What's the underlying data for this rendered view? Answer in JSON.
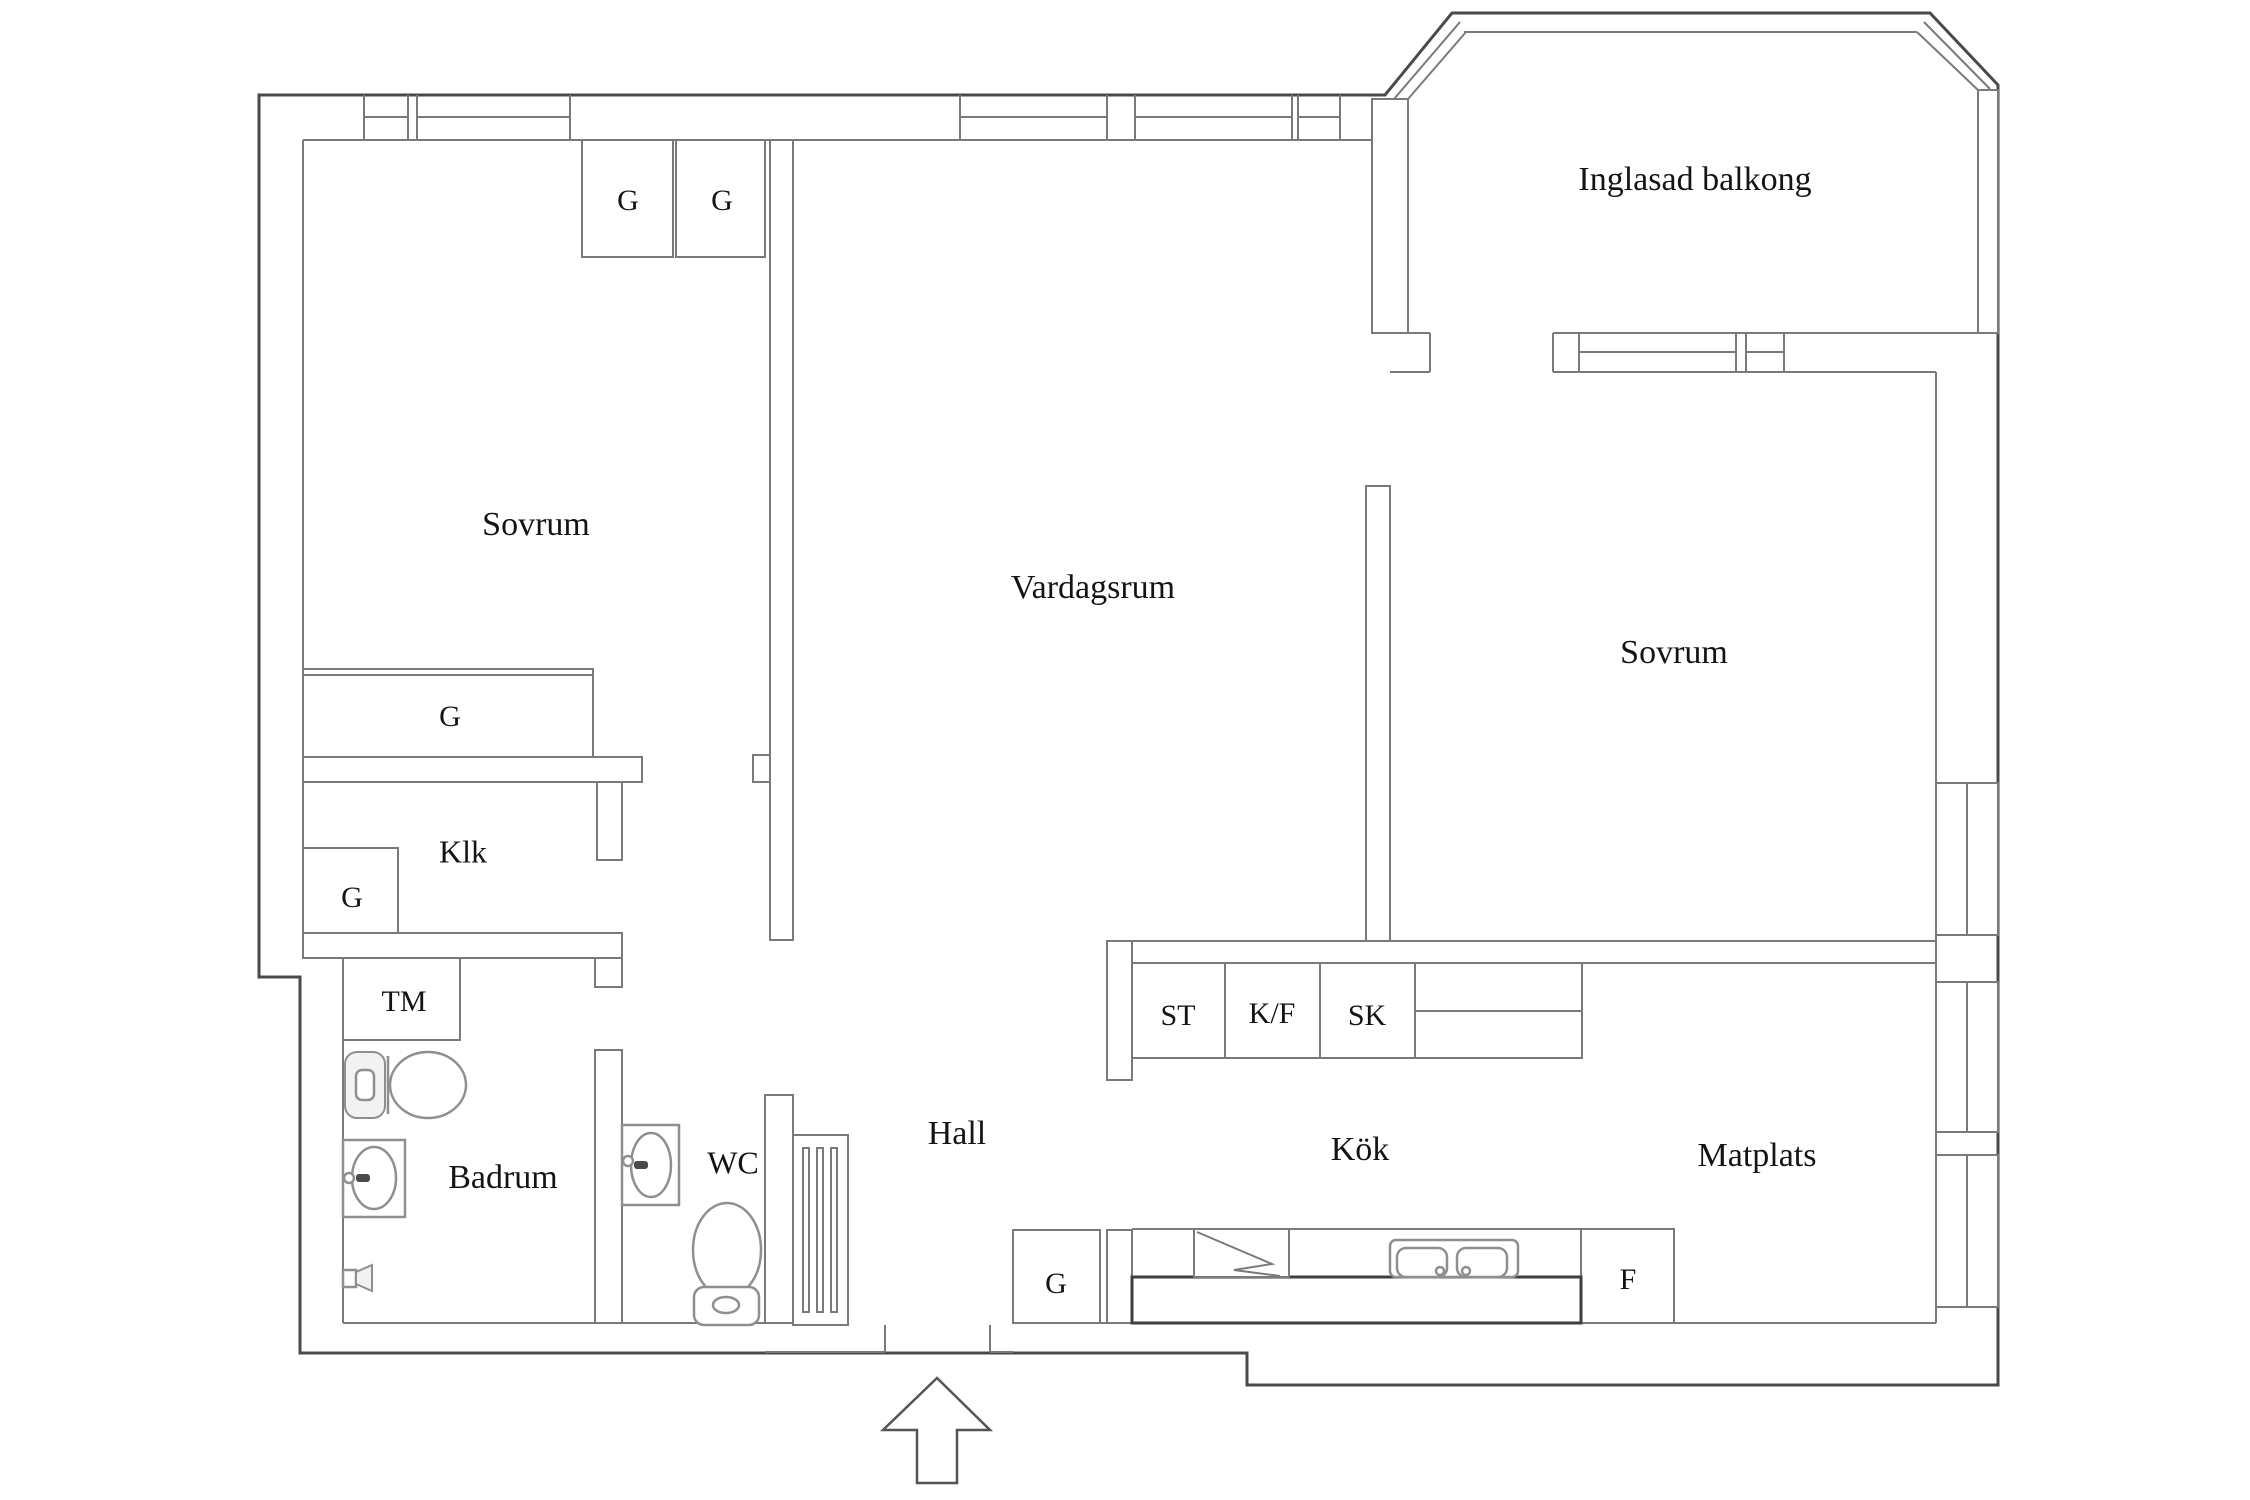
{
  "labels": {
    "balcony": "Inglasad balkong",
    "bedroom_left": "Sovrum",
    "living_room": "Vardagsrum",
    "bedroom_right": "Sovrum",
    "closet_klk": "Klk",
    "bathroom": "Badrum",
    "wc": "WC",
    "hall": "Hall",
    "kitchen": "Kök",
    "dining": "Matplats",
    "wardrobe": "G",
    "washing_machine": "TM",
    "cleaning_cabinet": "ST",
    "fridge_freezer": "K/F",
    "tall_cabinet": "SK",
    "freezer": "F"
  },
  "colors": {
    "wall": "#7a7a7a",
    "outer": "#4a4a4a",
    "fixture": "#8f8f8f",
    "text": "#141414",
    "paper": "#ffffff"
  }
}
